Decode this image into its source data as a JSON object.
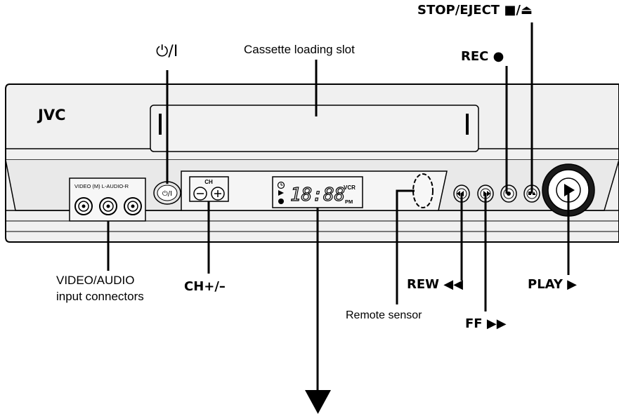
{
  "brand": "JVC",
  "labels": {
    "power": "⏻/I",
    "cassette_slot": "Cassette loading slot",
    "stop_eject": "STOP/EJECT ■/⏏",
    "rec": "REC ●",
    "video_audio_line1": "VIDEO/AUDIO",
    "video_audio_line2": "input connectors",
    "ch": "CH+/–",
    "rew": "REW ◀◀",
    "play": "PLAY ▶",
    "remote_sensor": "Remote sensor",
    "ff": "FF ▶▶"
  },
  "panel": {
    "jack_labels": "VIDEO (M) L-AUDIO-R",
    "ch_small": "CH",
    "display_time": "18:88",
    "display_vcr": "VCR",
    "display_pm": "PM"
  }
}
